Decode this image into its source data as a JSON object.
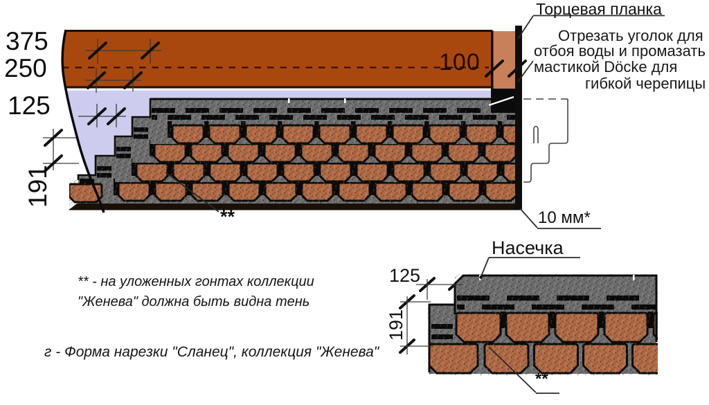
{
  "main_diagram": {
    "dimensions": {
      "d375": "375",
      "d250": "250",
      "d125": "125",
      "d191": "191",
      "d100": "100"
    },
    "labels": {
      "end_strip": "Торцевая планка",
      "cut_corner_line1": "Отрезать уголок для",
      "cut_corner_line2": "отбоя воды и промазать",
      "cut_corner_line3": "мастикой Döcke для",
      "cut_corner_line4": "гибкой черепицы",
      "overhang": "10 мм*",
      "shadow_marker": "**"
    }
  },
  "detail_diagram": {
    "title": "Насечка",
    "dimensions": {
      "d125": "125",
      "d191": "191"
    },
    "shadow_marker": "**"
  },
  "notes": {
    "shadow_note_line1": "** - на уложенных гонтах коллекции",
    "shadow_note_line2": "\"Женева\" должна быть видна тень",
    "caption": "г - Форма нарезки \"Сланец\", коллекция \"Женева\""
  },
  "colors": {
    "metal_band": "#a9480e",
    "end_strip": "#c8805a",
    "underlayment": "#cdccee",
    "granule_gray": "#6f6f6f",
    "shingle_brown": "#b06a45",
    "outline": "#0c0c0c"
  }
}
